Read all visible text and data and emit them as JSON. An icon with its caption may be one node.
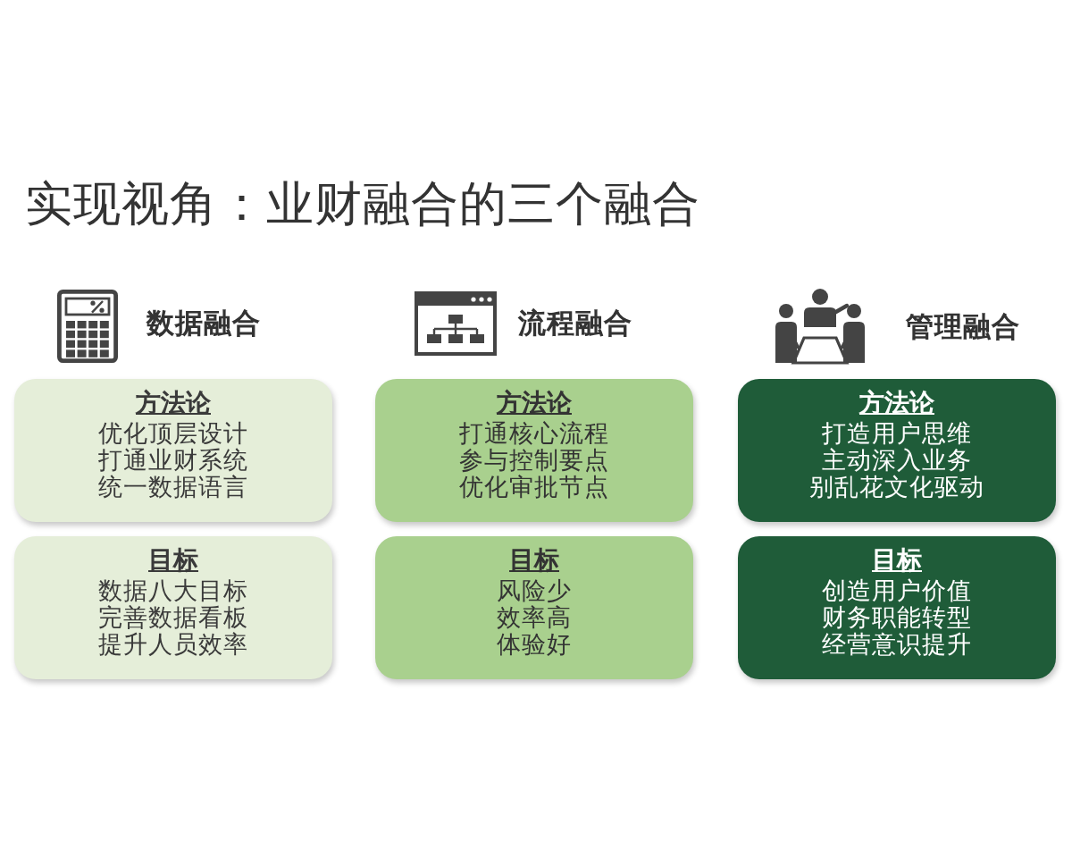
{
  "diagram": {
    "title": "实现视角：业财融合的三个融合",
    "nodes": [
      {
        "text": [
          "方法论",
          "优化顶层设计",
          "打通业财系统",
          "统一数据语言"
        ]
      },
      {
        "text": [
          "方法论",
          "打通核心流程",
          "参与控制要点",
          "优化审批节点"
        ]
      },
      {
        "text": [
          "方法论",
          "打造用户思维",
          "主动深入业务",
          "别乱花文化驱动"
        ]
      },
      {
        "text": [
          "目标",
          "数据八大目标",
          "完善数据看板",
          "提升人员效率"
        ]
      },
      {
        "text": [
          "目标",
          "风险少",
          "效率高",
          "体验好"
        ]
      },
      {
        "text": [
          "目标",
          "创造用户价值",
          "财务职能转型",
          "经营意识提升"
        ]
      }
    ],
    "labels": [
      "数据融合",
      "流程融合",
      "管理融合"
    ]
  }
}
